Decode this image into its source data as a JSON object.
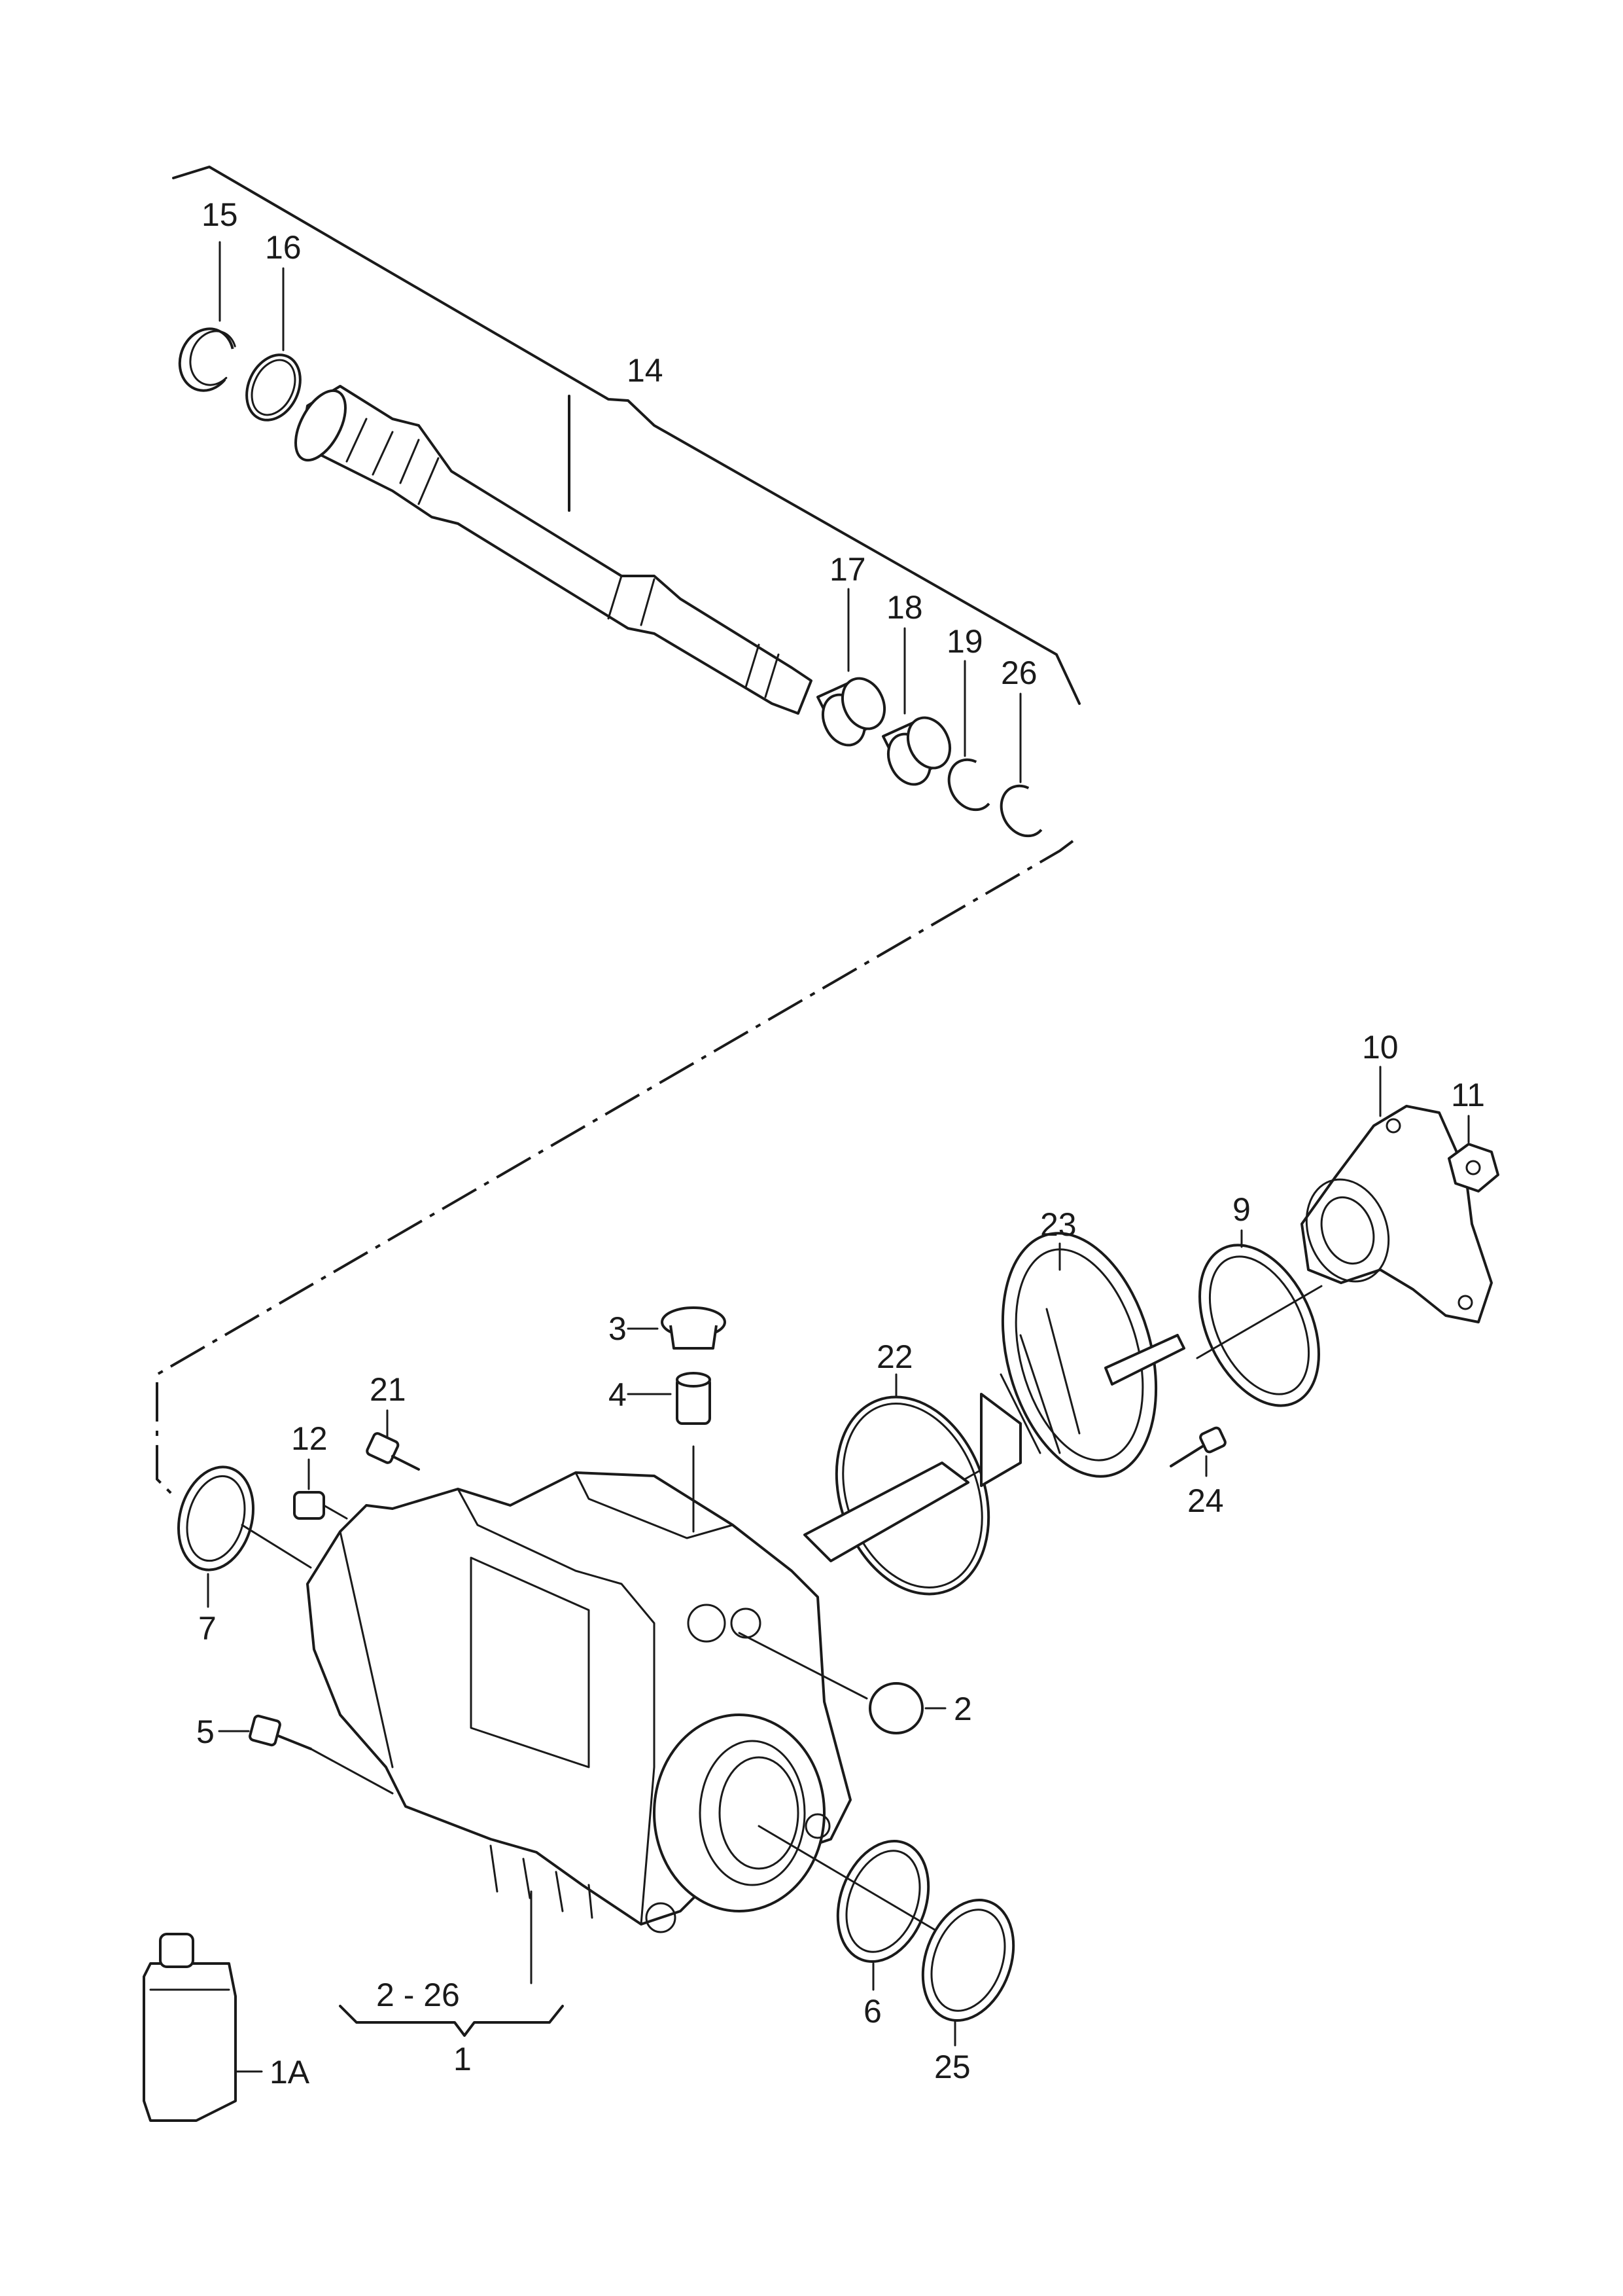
{
  "labels": {
    "p15": "15",
    "p16": "16",
    "p14": "14",
    "p17": "17",
    "p18": "18",
    "p19": "19",
    "p26": "26",
    "p10": "10",
    "p11": "11",
    "p9": "9",
    "p23": "23",
    "p3": "3",
    "p22": "22",
    "p21": "21",
    "p4": "4",
    "p12": "12",
    "p24": "24",
    "p7": "7",
    "p2": "2",
    "p5": "5",
    "p6": "6",
    "p25": "25",
    "p1A": "1A",
    "range": "2 - 26",
    "p1": "1"
  }
}
